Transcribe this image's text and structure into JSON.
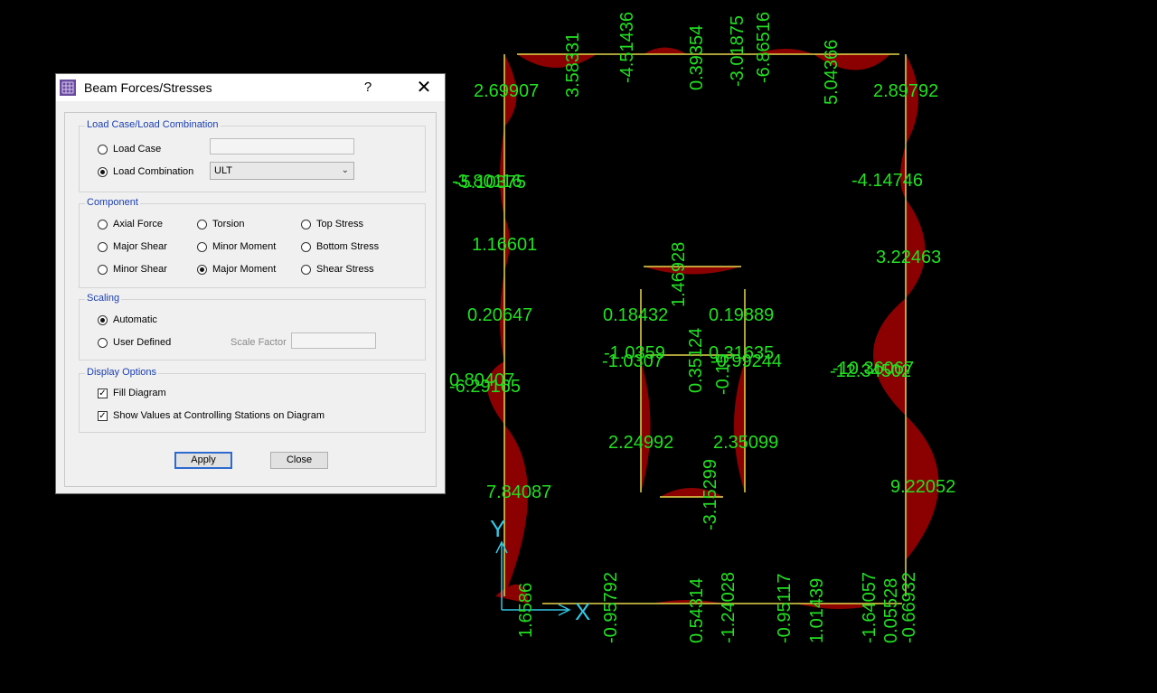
{
  "dialog": {
    "title": "Beam Forces/Stresses",
    "help_label": "?",
    "close_glyph": "✕",
    "load_group": {
      "legend": "Load Case/Load Combination",
      "load_case_label": "Load Case",
      "load_case_selected": false,
      "load_case_value": "",
      "load_combo_label": "Load Combination",
      "load_combo_selected": true,
      "load_combo_value": "ULT"
    },
    "component_group": {
      "legend": "Component",
      "options": [
        {
          "label": "Axial Force",
          "selected": false
        },
        {
          "label": "Torsion",
          "selected": false
        },
        {
          "label": "Top Stress",
          "selected": false
        },
        {
          "label": "Major Shear",
          "selected": false
        },
        {
          "label": "Minor Moment",
          "selected": false
        },
        {
          "label": "Bottom Stress",
          "selected": false
        },
        {
          "label": "Minor Shear",
          "selected": false
        },
        {
          "label": "Major Moment",
          "selected": true
        },
        {
          "label": "Shear Stress",
          "selected": false
        }
      ]
    },
    "scaling_group": {
      "legend": "Scaling",
      "automatic_label": "Automatic",
      "automatic_selected": true,
      "user_defined_label": "User Defined",
      "user_defined_selected": false,
      "scale_factor_label": "Scale Factor",
      "scale_factor_value": ""
    },
    "display_group": {
      "legend": "Display Options",
      "fill_diagram_label": "Fill Diagram",
      "fill_diagram_checked": true,
      "show_values_label": "Show Values at Controlling Stations on Diagram",
      "show_values_checked": true
    },
    "apply_label": "Apply",
    "close_label": "Close"
  },
  "axes": {
    "x_label": "X",
    "y_label": "Y"
  },
  "colors": {
    "value_text": "#22e022",
    "member_line": "#e6d84a",
    "diagram_fill": "#8b0000",
    "axis": "#33c8e6"
  },
  "diagram_values": {
    "top": [
      "3.58331",
      "-4.51436",
      "0.39354",
      "-3.01875",
      "-6.86516",
      "5.04366"
    ],
    "left": [
      "2.69907",
      "-3.80116",
      "-5.10375",
      "1.16601",
      "0.20647",
      "0.80407",
      "-6.29165",
      "7.84087"
    ],
    "right": [
      "2.89792",
      "-4.14746",
      "3.22463",
      "-12.34502",
      "-10.36067",
      "9.22052"
    ],
    "inner": [
      "1.46928",
      "0.18432",
      "0.19889",
      "-1.0359",
      "-1.0307",
      "0.35124",
      "-0.15",
      "0.31635",
      "-0.99244",
      "2.24992",
      "2.35099",
      "-3.15299"
    ],
    "bottom": [
      "1.6586",
      "-0.95792",
      "0.54314",
      "-1.24028",
      "-0.95117",
      "1.01439",
      "-1.64057",
      "0.05528",
      "-0.66932"
    ]
  }
}
